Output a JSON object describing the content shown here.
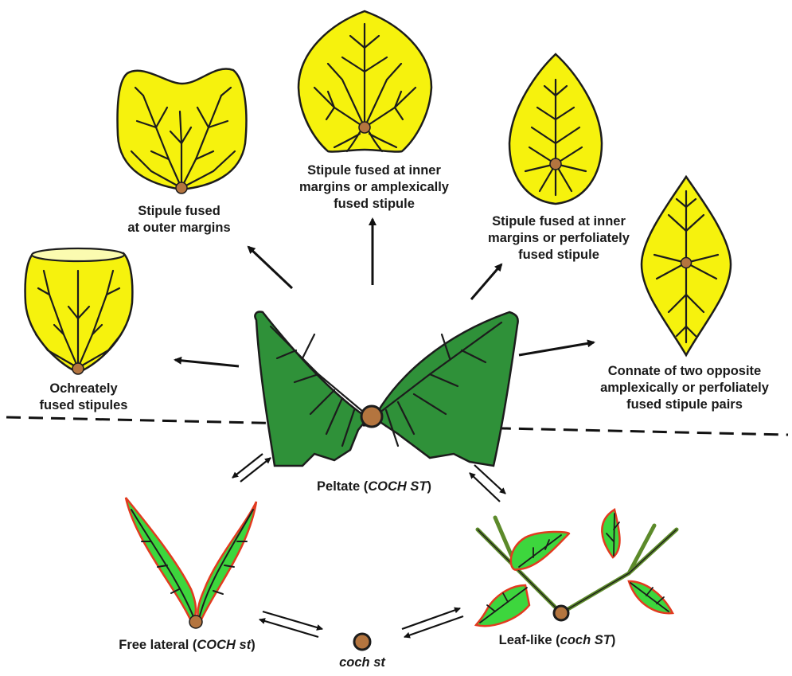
{
  "labels": {
    "outer_margins": [
      "Stipule fused",
      "at outer margins"
    ],
    "inner_amplexical": [
      "Stipule fused at  inner",
      "margins or amplexically",
      "fused stipule"
    ],
    "inner_perfoliate": [
      "Stipule fused at  inner",
      "margins or perfoliately",
      "fused stipule"
    ],
    "ochreate": [
      "Ochreately",
      "fused stipules"
    ],
    "connate": [
      "Connate of two opposite",
      "amplexically or perfoliately",
      "fused stipule pairs"
    ],
    "peltate": {
      "prefix": "Peltate (",
      "italic": "COCH ST",
      "suffix": ")"
    },
    "free_lateral": {
      "prefix": "Free lateral (",
      "italic": "COCH st",
      "suffix": ")"
    },
    "leaf_like": {
      "prefix": "Leaf-like (",
      "italic": "coch ST",
      "suffix": ")"
    },
    "coch_st": "coch st"
  },
  "colors": {
    "fused_fill": "#f6f20d",
    "peltate_fill": "#2f9139",
    "free_fill": "#3dd63d",
    "free_outline": "#e23a1f",
    "vein": "#1c1c1c",
    "node": "#b4753f",
    "arrow": "#111111"
  }
}
